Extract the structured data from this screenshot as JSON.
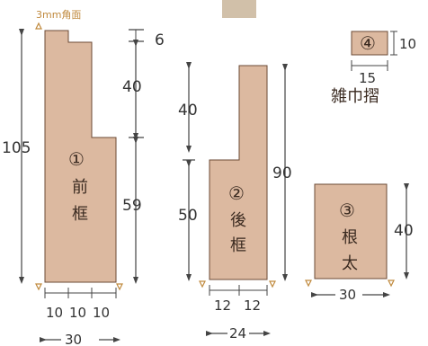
{
  "colors": {
    "wood": "#dcb9a0",
    "wood_edge": "#6b4a35",
    "line": "#444444",
    "accent": "#c08a3e",
    "block_top": "#c9b59a"
  },
  "note_chamfer": "3mm角面",
  "parts": [
    {
      "id": "front",
      "number": "①",
      "name_chars": [
        "前",
        "框"
      ],
      "dims": {
        "total_height": "105",
        "top_notch": "6",
        "upper": "40",
        "lower": "59",
        "width_parts": [
          "10",
          "10",
          "10"
        ],
        "width_total": "30"
      }
    },
    {
      "id": "back",
      "number": "②",
      "name_chars": [
        "後",
        "框"
      ],
      "dims": {
        "upper": "40",
        "lower": "50",
        "total_height": "90",
        "width_parts": [
          "12",
          "12"
        ],
        "width_total": "24"
      }
    },
    {
      "id": "base",
      "number": "③",
      "name_chars": [
        "根",
        "太"
      ],
      "dims": {
        "height": "40",
        "width": "30"
      }
    },
    {
      "id": "zokin",
      "number": "④",
      "name": "雑巾摺",
      "dims": {
        "height": "10",
        "width": "15"
      }
    }
  ]
}
